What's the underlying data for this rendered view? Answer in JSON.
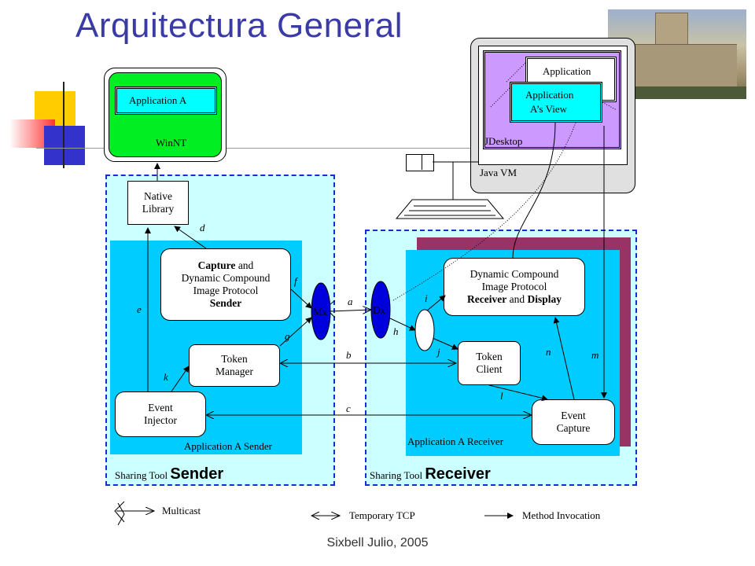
{
  "slide": {
    "title": "Arquitectura General",
    "footer": "Sixbell Julio, 2005"
  },
  "diagram": {
    "winnt": {
      "app": "Application A",
      "os": "WinNT"
    },
    "desktop": {
      "application": "Application",
      "view_line1": "Application",
      "view_line2": "A’s View",
      "jdesktop": "JDesktop",
      "javavm": "Java VM"
    },
    "sender": {
      "native_line1": "Native",
      "native_line2": "Library",
      "capture_line1_bold": "Capture",
      "capture_line1_rest": " and",
      "capture_line2": "Dynamic Compound",
      "capture_line3": "Image Protocol",
      "capture_line4": "Sender",
      "token_line1": "Token",
      "token_line2": "Manager",
      "event_line1": "Event",
      "event_line2": "Injector",
      "app_label": "Application A Sender",
      "tool_prefix": "Sharing Tool",
      "tool_name": "Sender"
    },
    "receiver": {
      "dcip_line1": "Dynamic Compound",
      "dcip_line2": "Image Protocol",
      "dcip_line3_a": "Receiver",
      "dcip_line3_mid": " and ",
      "dcip_line3_b": "Display",
      "token_line1": "Token",
      "token_line2": "Client",
      "event_line1": "Event",
      "event_line2": "Capture",
      "app_label": "Application A Receiver",
      "tool_prefix": "Sharing Tool",
      "tool_name": "Receiver"
    },
    "mux": {
      "mx": "Mx",
      "dx": "Dx"
    },
    "links": {
      "a": "a",
      "b": "b",
      "c": "c",
      "d": "d",
      "e": "e",
      "f": "f",
      "g": "g",
      "h": "h",
      "i": "i",
      "j": "j",
      "k": "k",
      "l": "l",
      "m": "m",
      "n": "n"
    },
    "legend": {
      "multicast": "Multicast",
      "tcp": "Temporary TCP",
      "method": "Method Invocation"
    }
  },
  "colors": {
    "title": "#3b3ba8",
    "green": "#00ee22",
    "cyan_light": "#ccffff",
    "cyan": "#00ccff",
    "maroon": "#993366",
    "lilac": "#cc99ff",
    "mux_blue": "#0000dd"
  }
}
